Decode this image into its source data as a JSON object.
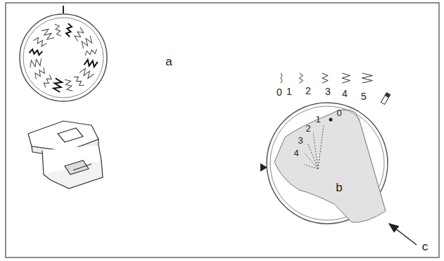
{
  "diagram": {
    "labels": [
      "a",
      "0",
      "1",
      "2",
      "3",
      "4",
      "5",
      "0",
      "1",
      "2",
      "3",
      "4",
      "b",
      "c"
    ]
  }
}
